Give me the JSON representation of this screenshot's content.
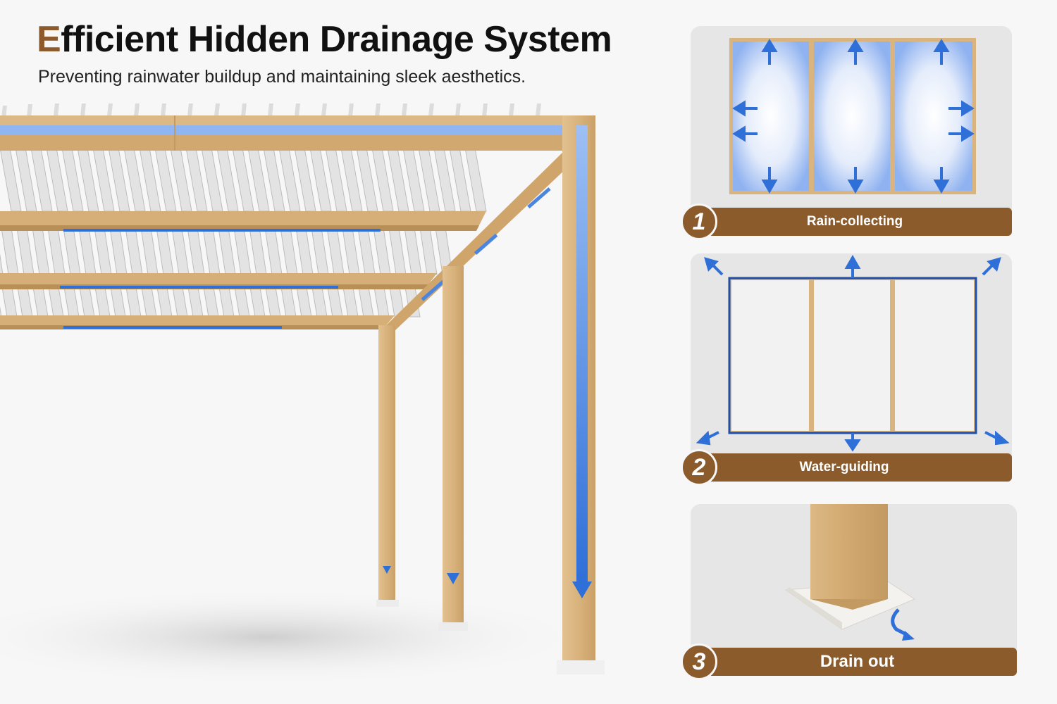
{
  "header": {
    "title_first": "E",
    "title_rest": "fficient Hidden Drainage System",
    "subtitle": "Preventing rainwater buildup and maintaining sleek aesthetics."
  },
  "steps": [
    {
      "number": "1",
      "label": "Rain-collecting"
    },
    {
      "number": "2",
      "label": "Water-guiding"
    },
    {
      "number": "3",
      "label": "Drain out"
    }
  ],
  "colors": {
    "wood": "#d9b47f",
    "wood_dark": "#c49a62",
    "brand_brown": "#8b5b2c",
    "water_blue": "#2f6fd8",
    "water_light": "#8fb6f2"
  },
  "icons": [
    "arrow-up-icon",
    "arrow-down-icon",
    "arrow-left-icon",
    "arrow-right-icon",
    "drain-curved-arrow-icon"
  ]
}
